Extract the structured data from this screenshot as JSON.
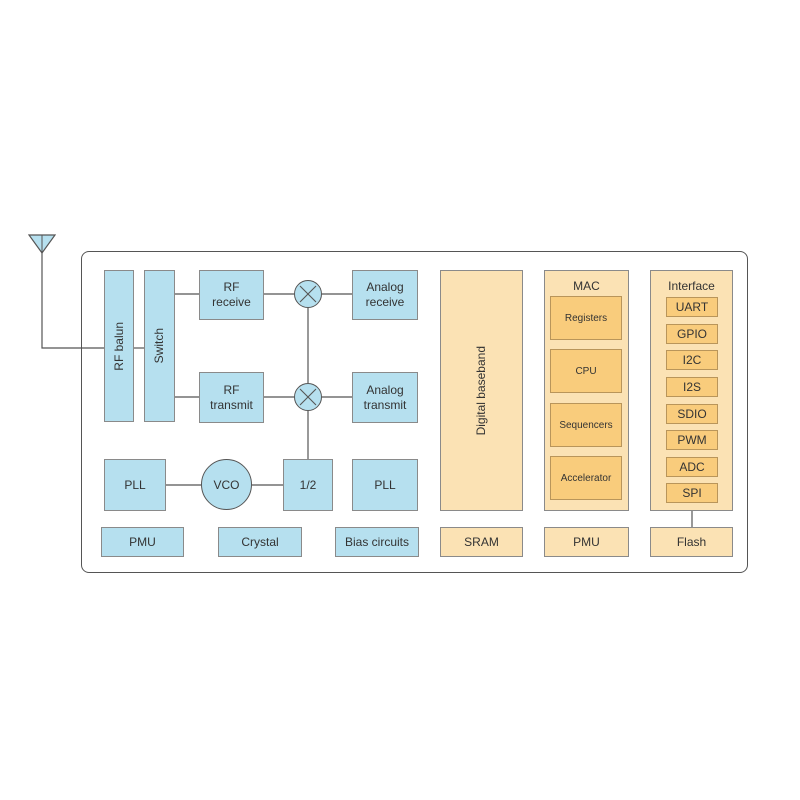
{
  "diagram": {
    "rf_section": {
      "rf_balun": "RF balun",
      "switch": "Switch",
      "rf_receive": "RF\nreceive",
      "rf_transmit": "RF\ntransmit",
      "analog_receive": "Analog\nreceive",
      "analog_transmit": "Analog\ntransmit",
      "pll_left": "PLL",
      "vco": "VCO",
      "divider": "1/2",
      "pll_right": "PLL",
      "pmu": "PMU",
      "crystal": "Crystal",
      "bias_circuits": "Bias circuits"
    },
    "baseband": {
      "digital_baseband": "Digital baseband",
      "sram": "SRAM"
    },
    "mac": {
      "title": "MAC",
      "blocks": [
        "Registers",
        "CPU",
        "Sequencers",
        "Accelerator"
      ],
      "pmu": "PMU"
    },
    "interface": {
      "title": "Interface",
      "items": [
        "UART",
        "GPIO",
        "I2C",
        "I2S",
        "SDIO",
        "PWM",
        "ADC",
        "SPI"
      ],
      "flash": "Flash"
    },
    "colors": {
      "rf_blue": "#b6e0ef",
      "digital_tan": "#fbe2b4",
      "accent_orange": "#f9cc7c"
    }
  }
}
